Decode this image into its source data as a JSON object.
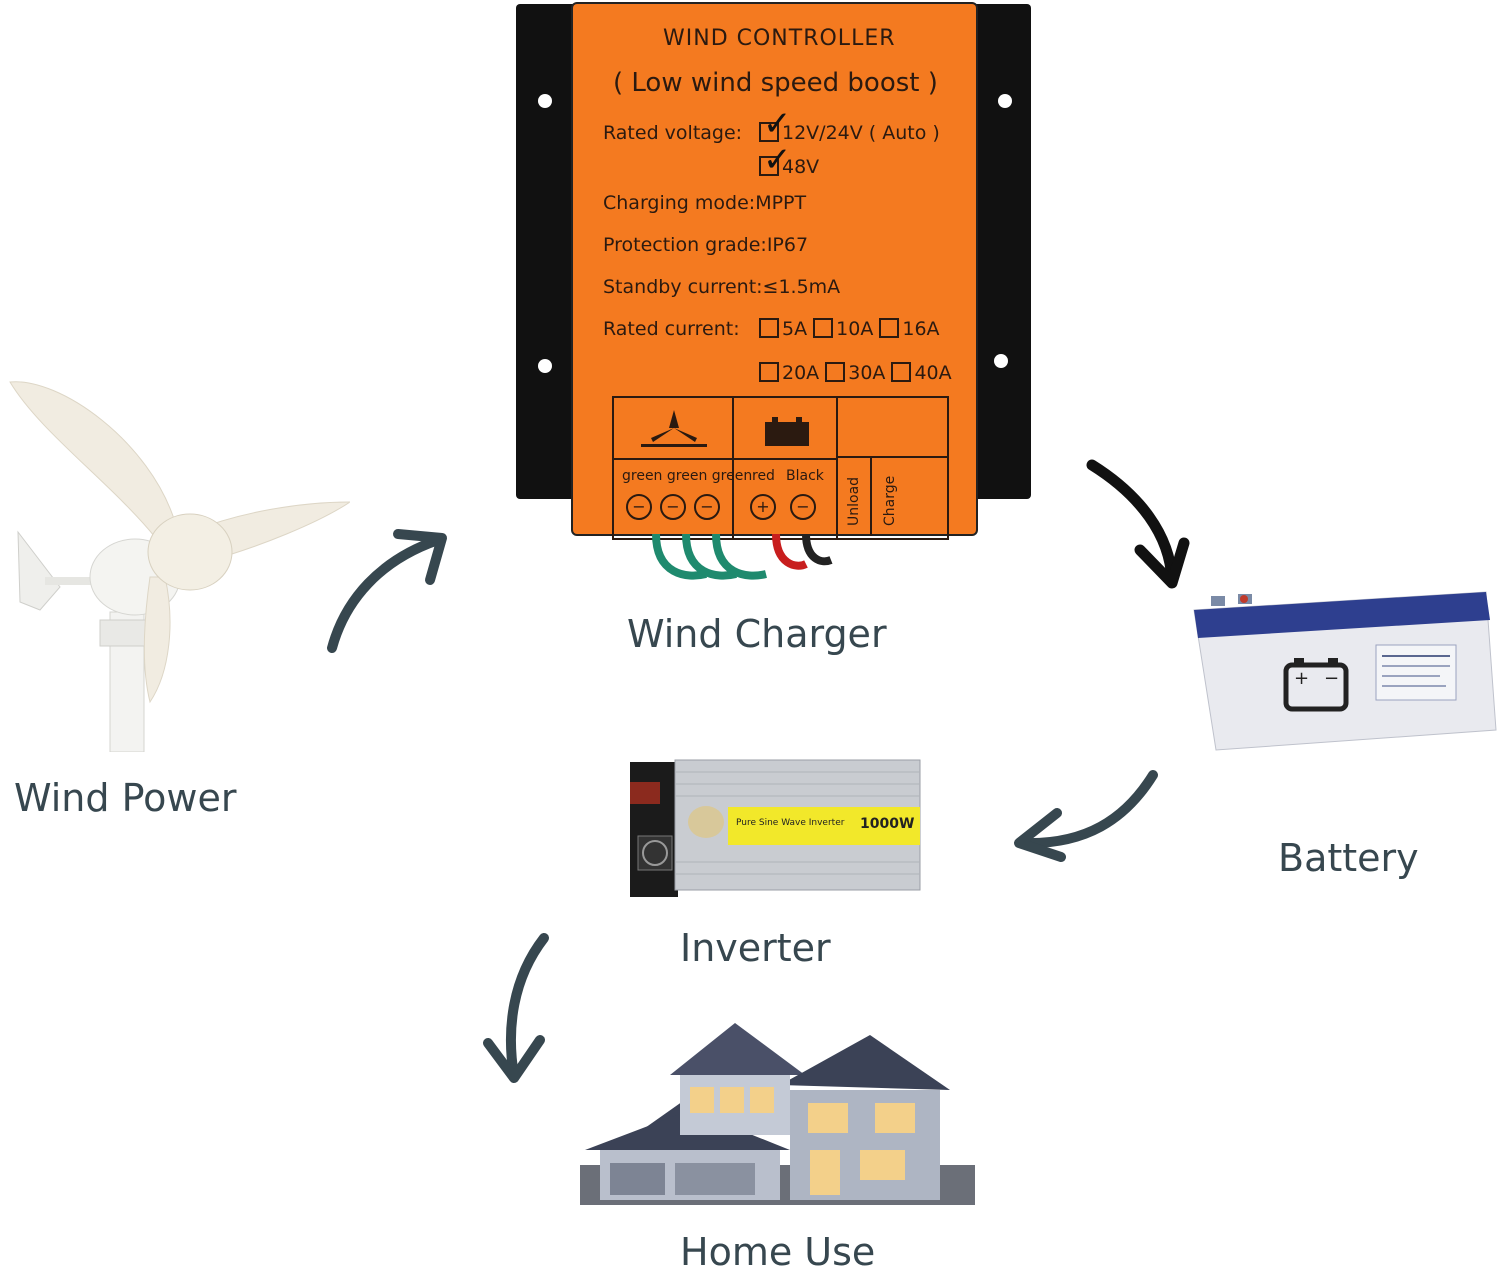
{
  "captions": {
    "wind_power": "Wind Power",
    "wind_charger": "Wind Charger",
    "battery": "Battery",
    "inverter": "Inverter",
    "home_use": "Home Use"
  },
  "controller": {
    "title": "WIND CONTROLLER",
    "subtitle": "( Low wind speed boost )",
    "rated_voltage_label": "Rated voltage:",
    "rated_voltage_opt1": "12V/24V ( Auto )",
    "rated_voltage_opt2": "48V",
    "charging_mode": "Charging mode:MPPT",
    "protection_grade": "Protection grade:IP67",
    "standby_current": "Standby current:≤1.5mA",
    "rated_current_label": "Rated current:",
    "current_options_row1": [
      "5A",
      "10A",
      "16A"
    ],
    "current_options_row2": [
      "20A",
      "30A",
      "40A"
    ],
    "terminal_wind_labels": "green green green",
    "terminal_battery_red": "red",
    "terminal_battery_black": "Black",
    "unload_label": "Unload",
    "charge_label": "Charge"
  },
  "inverter_panel": {
    "label": "Pure Sine Wave Inverter",
    "power": "1000W"
  },
  "colors": {
    "arrow": "#37474f",
    "arrow_black": "#111111",
    "controller_orange": "#f47a20",
    "battery_blue": "#2e3f8f",
    "inverter_yellow": "#f2e82a"
  }
}
